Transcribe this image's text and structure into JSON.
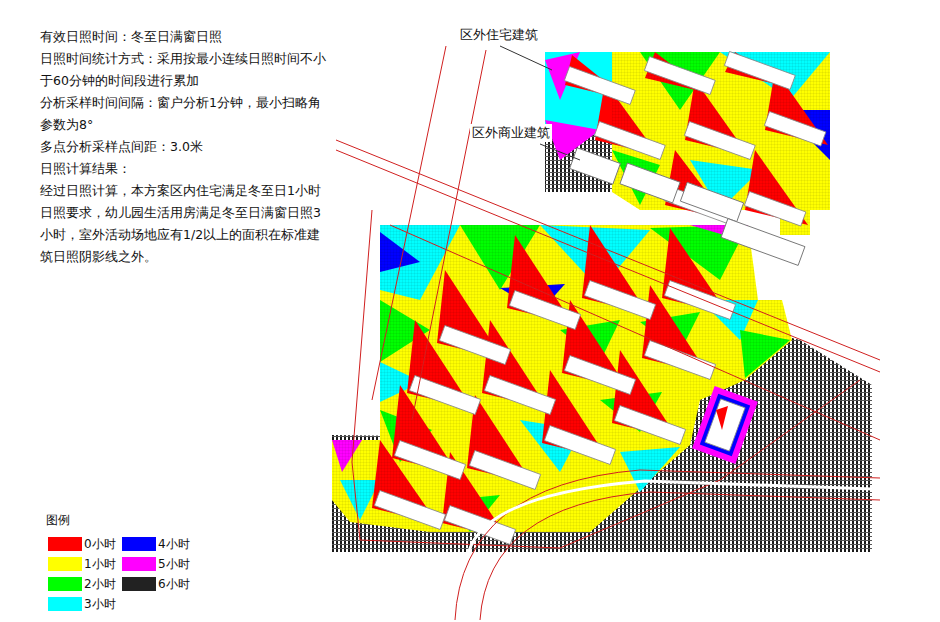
{
  "diagram": {
    "labels": [
      "有效日照时间：冬至日满窗日照",
      "日照时间统计方式：采用按最小连续日照时间不小于60分钟的时间段进行累加",
      "分析采样时间间隔：窗户分析1分钟，最小扫略角参数为8°",
      "多点分析采样点间距：3.0米",
      "日照计算结果：",
      "经过日照计算，本方案区内住宅满足冬至日1小时日照要求，幼儿园生活用房满足冬至日满窗日照3小时，室外活动场地应有1/2以上的面积在标准建筑日照阴影线之外。",
      "区外住宅建筑",
      "区外商业建筑",
      "图例"
    ],
    "legend": [
      {
        "text": "0小时",
        "color": "#ff0000"
      },
      {
        "text": "1小时",
        "color": "#ffff00"
      },
      {
        "text": "2小时",
        "color": "#00ff00"
      },
      {
        "text": "3小时",
        "color": "#00ffff"
      },
      {
        "text": "4小时",
        "color": "#0000ff"
      },
      {
        "text": "5小时",
        "color": "#ff00ff"
      },
      {
        "text": "6小时",
        "color": "#222222"
      }
    ]
  }
}
